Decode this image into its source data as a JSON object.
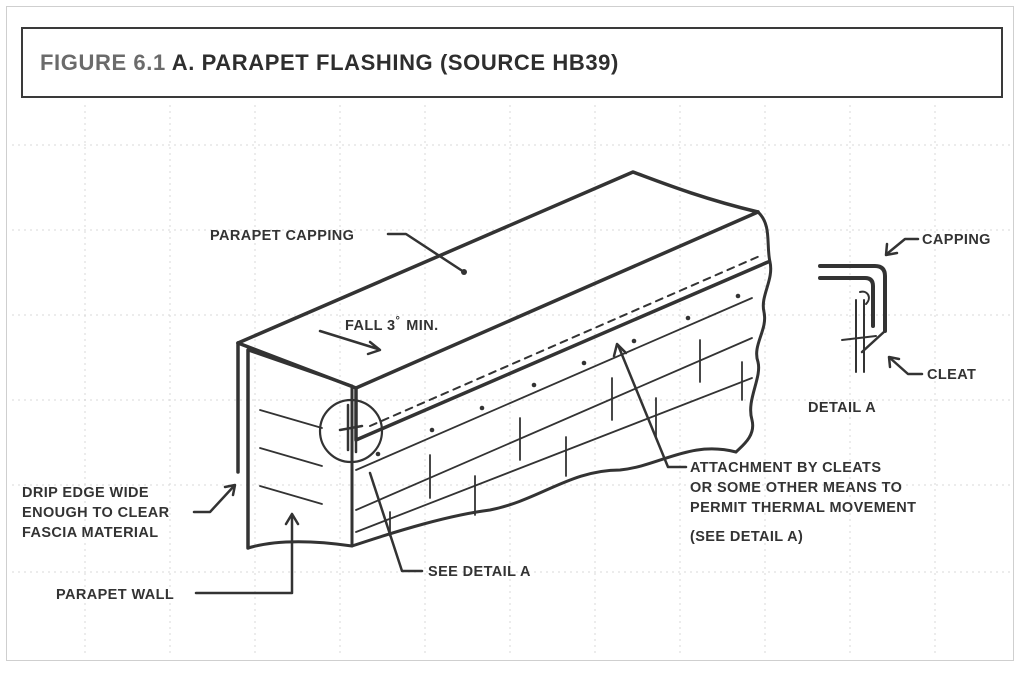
{
  "figure": {
    "number": "FIGURE 6.1",
    "title": "A. PARAPET FLASHING (SOURCE HB39)"
  },
  "labels": {
    "parapet_capping": "PARAPET CAPPING",
    "fall": "FALL 3",
    "fall_unit": "°",
    "fall_suffix": "MIN.",
    "capping": "CAPPING",
    "cleat": "CLEAT",
    "detail_a": "DETAIL A",
    "attachment_line1": "ATTACHMENT BY CLEATS",
    "attachment_line2": "OR SOME OTHER MEANS TO",
    "attachment_line3": "PERMIT THERMAL MOVEMENT",
    "see_detail_paren": "(SEE DETAIL A)",
    "drip_line1": "DRIP EDGE WIDE",
    "drip_line2": "ENOUGH TO CLEAR",
    "drip_line3": "FASCIA MATERIAL",
    "see_detail_a": "SEE DETAIL A",
    "parapet_wall": "PARAPET WALL"
  },
  "colors": {
    "ink": "#333333",
    "title_lead": "#6b6b6b",
    "grid": "#d9d9d9"
  }
}
